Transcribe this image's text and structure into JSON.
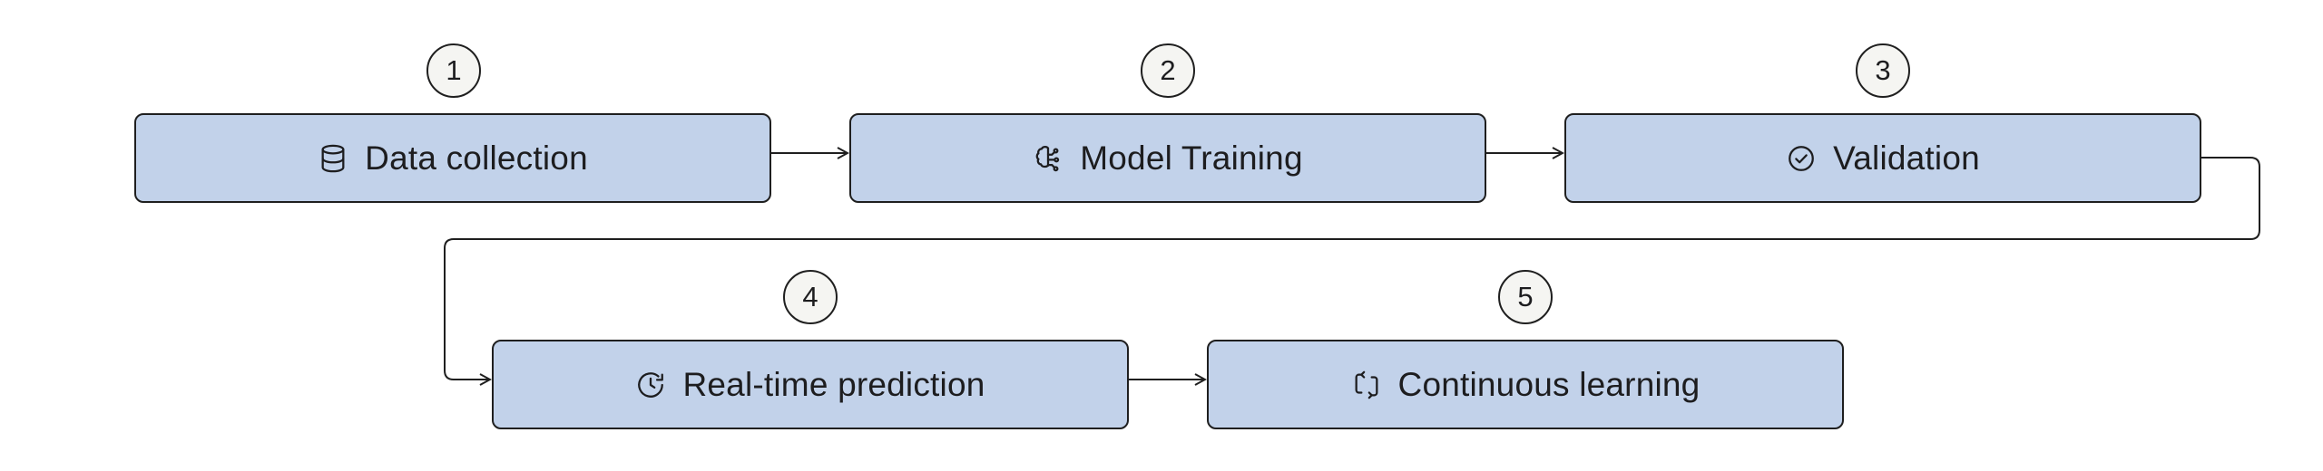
{
  "diagram": {
    "steps": [
      {
        "number": "1",
        "label": "Data collection",
        "icon": "database-icon"
      },
      {
        "number": "2",
        "label": "Model Training",
        "icon": "brain-circuit-icon"
      },
      {
        "number": "3",
        "label": "Validation",
        "icon": "check-circle-icon"
      },
      {
        "number": "4",
        "label": "Real-time prediction",
        "icon": "clock-icon"
      },
      {
        "number": "5",
        "label": "Continuous learning",
        "icon": "refresh-icon"
      }
    ],
    "flow": [
      "1->2",
      "2->3",
      "3->4",
      "4->5"
    ],
    "colors": {
      "box_fill": "#c2d2ea",
      "border": "#1f1f1f",
      "number_fill": "#f5f5f2",
      "text": "#1d1d1f"
    }
  }
}
